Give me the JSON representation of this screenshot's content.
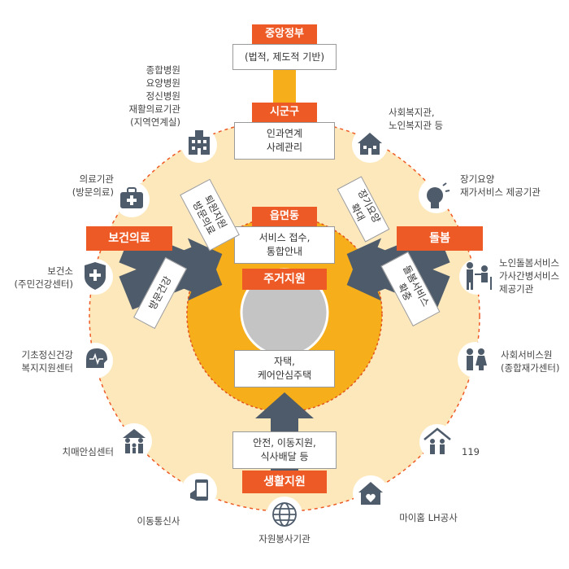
{
  "center": {
    "central_gov": {
      "title": "중앙정부",
      "desc": "(법적, 제도적 기반)"
    },
    "sigungu": {
      "title": "시군구",
      "desc": "인과연계\n사례관리"
    },
    "eupmyeondong": {
      "title": "읍면동",
      "desc": "서비스 접수,\n통합안내"
    },
    "housing": {
      "title": "주거지원",
      "desc": "자택,\n케어안심주택"
    },
    "living": {
      "title": "생활지원",
      "desc": "안전, 이동지원,\n식사배달 등"
    }
  },
  "sides": {
    "health": {
      "title": "보건의료",
      "arrow_upper": "퇴원지원\n방문의료",
      "arrow_lower": "방문건강"
    },
    "care": {
      "title": "돌봄",
      "arrow_upper": "장기요양\n확대",
      "arrow_lower": "돌봄서비스\n확충"
    }
  },
  "resources": [
    {
      "id": "hospitals",
      "label": "종합병원\n요양병원\n정신병원\n재활의료기관\n(지역연계실)",
      "icon": "building-icon"
    },
    {
      "id": "welfare",
      "label": "사회복지관,\n노인복지관 등",
      "icon": "house-icon"
    },
    {
      "id": "medical",
      "label": "의료기관\n(방문의료)",
      "icon": "medical-kit-icon"
    },
    {
      "id": "ltc",
      "label": "장기요양\n재가서비스 제공기관",
      "icon": "elder-head-icon"
    },
    {
      "id": "public-health",
      "label": "보건소\n(주민건강센터)",
      "icon": "shield-cross-icon"
    },
    {
      "id": "elder-care",
      "label": "노인돌봄서비스\n가사간병서비스\n제공기관",
      "icon": "caregiver-icon"
    },
    {
      "id": "mental",
      "label": "기초정신건강\n복지지원센터",
      "icon": "brain-head-icon"
    },
    {
      "id": "social-service",
      "label": "사회서비스원\n(종합재가센터)",
      "icon": "people-icon"
    },
    {
      "id": "dementia",
      "label": "치매안심센터",
      "icon": "family-icon"
    },
    {
      "id": "emergency",
      "label": "119",
      "icon": "elders-home-icon"
    },
    {
      "id": "telecom",
      "label": "이동통신사",
      "icon": "phone-icon"
    },
    {
      "id": "lh",
      "label": "마이홈 LH공사",
      "icon": "heart-house-icon"
    },
    {
      "id": "volunteer",
      "label": "자원봉사기관",
      "icon": "globe-icon"
    }
  ],
  "colors": {
    "orange": "#ee5a25",
    "ring": "#fde8bb",
    "amber": "#f6ae1a",
    "slate": "#4e5b6b",
    "gray": "#c4c4c4"
  }
}
